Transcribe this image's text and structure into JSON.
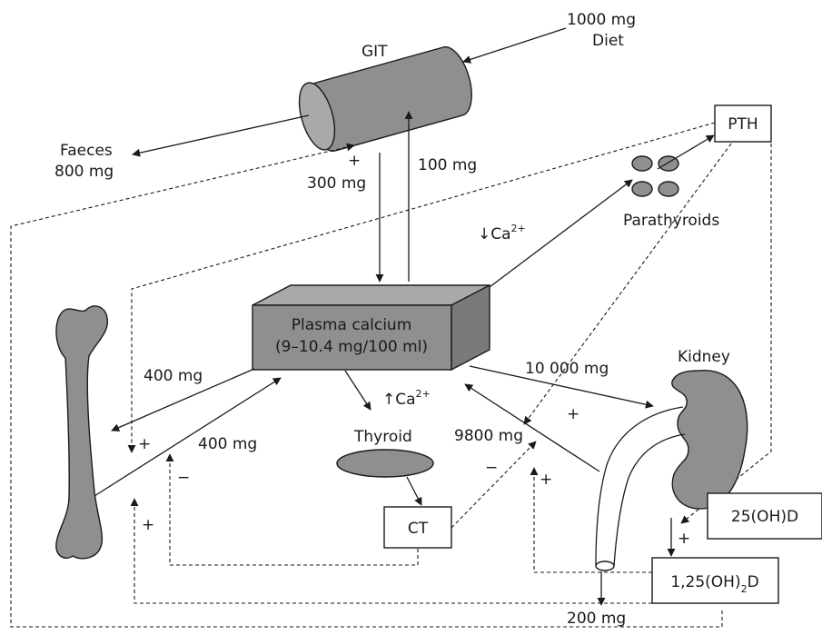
{
  "labels": {
    "git": "GIT",
    "diet_amount": "1000 mg",
    "diet": "Diet",
    "faeces": "Faeces",
    "faeces_amount": "800 mg",
    "plus_git": "+",
    "absorb_amount": "300 mg",
    "secrete_amount": "100 mg",
    "pth": "PTH",
    "parathyroids": "Parathyroids",
    "low_ca_arrow": "↓",
    "low_ca_base": "Ca",
    "low_ca_sup": "2+",
    "plasma_line1": "Plasma calcium",
    "plasma_line2": "(9–10.4 mg/100 ml)",
    "bone_out": "400 mg",
    "bone_in": "400 mg",
    "plus_bone_1": "+",
    "plus_bone_2": "+",
    "minus_bone": "−",
    "high_ca_arrow": "↑",
    "high_ca_base": "Ca",
    "high_ca_sup": "2+",
    "thyroid": "Thyroid",
    "ct": "CT",
    "filtered_amount": "10 000 mg",
    "kidney": "Kidney",
    "reabsorbed_amount": "9800 mg",
    "plus_kidney_1": "+",
    "minus_kidney": "−",
    "plus_kidney_2": "+",
    "vitd_25": "25(OH)D",
    "plus_vitd": "+",
    "vitd_125_a": "1,25(OH)",
    "vitd_125_sub": "2",
    "vitd_125_b": "D",
    "urine_amount": "200 mg"
  },
  "colors": {
    "shape_fill": "#8f8f8f",
    "stroke": "#1a1a1a",
    "background": "#ffffff"
  }
}
